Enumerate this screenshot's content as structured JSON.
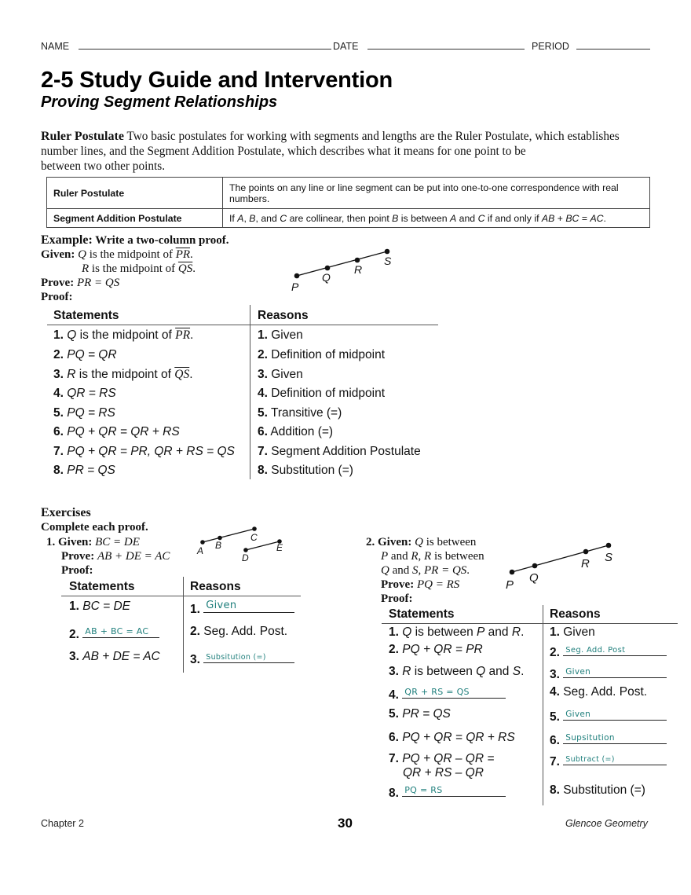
{
  "header": {
    "name_label": "NAME",
    "date_label": "DATE",
    "period_label": "PERIOD"
  },
  "title": "2-5 Study Guide and Intervention",
  "subtitle": "Proving Segment Relationships",
  "intro": {
    "lead": "Ruler Postulate",
    "text": " Two basic postulates for working with segments and lengths are the Ruler Postulate, which establishes number lines, and the Segment Addition Postulate, which describes what it means for one point to be",
    "text2": "between two other points."
  },
  "postulates": [
    {
      "name": "Ruler Postulate",
      "description": "The points on any line or line segment can be put into one-to-one correspondence with real numbers."
    },
    {
      "name": "Segment Addition Postulate",
      "description_parts": [
        "If ",
        "A",
        ", ",
        "B",
        ", and ",
        "C",
        " are collinear, then point ",
        "B",
        " is between ",
        "A",
        " and ",
        "C",
        " if and only if ",
        "AB",
        " + ",
        "BC",
        " = ",
        "AC",
        "."
      ]
    }
  ],
  "example": {
    "heading": "Example:",
    "heading_text": " Write a two-column proof.",
    "given_label": "Given:",
    "given_1_var": "Q",
    "given_1_text": " is the midpoint of ",
    "given_1_seg": "PR",
    "given_2_var": "R",
    "given_2_text": " is the midpoint of ",
    "given_2_seg": "QS",
    "prove_label": "Prove:",
    "prove_text": "PR = QS",
    "proof_label": "Proof:",
    "diagram_points": [
      "P",
      "Q",
      "R",
      "S"
    ],
    "statements_header": "Statements",
    "reasons_header": "Reasons",
    "rows": [
      {
        "n": "1.",
        "statement": "Q is the midpoint of PR.",
        "reason": "Given"
      },
      {
        "n": "2.",
        "statement": "PQ = QR",
        "reason": "Definition of midpoint"
      },
      {
        "n": "3.",
        "statement": "R is the midpoint of QS.",
        "reason": "Given"
      },
      {
        "n": "4.",
        "statement": "QR = RS",
        "reason": "Definition of midpoint"
      },
      {
        "n": "5.",
        "statement": "PQ = RS",
        "reason": "Transitive (=)"
      },
      {
        "n": "6.",
        "statement": "PQ + QR = QR + RS",
        "reason": "Addition (=)"
      },
      {
        "n": "7.",
        "statement": "PQ + QR = PR, QR + RS = QS",
        "reason": "Segment Addition Postulate"
      },
      {
        "n": "8.",
        "statement": "PR = QS",
        "reason": "Substitution (=)"
      }
    ]
  },
  "exercises": {
    "heading": "Exercises",
    "instruction": "Complete each proof.",
    "ex1": {
      "number": "1.",
      "given_label": "Given:",
      "given": "BC = DE",
      "prove_label": "Prove:",
      "prove": "AB + DE = AC",
      "proof_label": "Proof:",
      "diagram_points": [
        "A",
        "B",
        "C",
        "D",
        "E"
      ],
      "statements_header": "Statements",
      "reasons_header": "Reasons",
      "rows": [
        {
          "n": "1.",
          "statement": "BC = DE",
          "reason": "",
          "reason_handwritten": "Given"
        },
        {
          "n": "2.",
          "statement": "",
          "statement_handwritten": "AB + BC = AC",
          "reason": "Seg. Add. Post."
        },
        {
          "n": "3.",
          "statement": "AB + DE = AC",
          "reason": "",
          "reason_handwritten": "Subsitution (=)"
        }
      ]
    },
    "ex2": {
      "number": "2.",
      "given_label": "Given:",
      "given_line1": " is between",
      "given_q": "Q",
      "given_line2_p": "P",
      "given_line2_and": " and ",
      "given_line2_r": "R",
      "given_line2_comma": ", ",
      "given_line2_r2": "R",
      "given_line2_rest": " is between",
      "given_line3_q": "Q",
      "given_line3_and": " and ",
      "given_line3_s": "S",
      "given_line3_rest": ", ",
      "given_line3_eq": "PR = QS",
      "given_line3_end": ".",
      "prove_label": "Prove:",
      "prove": "PQ = RS",
      "proof_label": "Proof:",
      "diagram_points": [
        "P",
        "Q",
        "R",
        "S"
      ],
      "statements_header": "Statements",
      "reasons_header": "Reasons",
      "rows": [
        {
          "n": "1.",
          "statement": "Q is between P and R.",
          "reason": "Given"
        },
        {
          "n": "2.",
          "statement": "PQ + QR = PR",
          "reason": "",
          "reason_handwritten": "Seg. Add. Post"
        },
        {
          "n": "3.",
          "statement": "R is between Q and S.",
          "reason": "",
          "reason_handwritten": "Given"
        },
        {
          "n": "4.",
          "statement": "",
          "statement_handwritten": "QR + RS = QS",
          "reason": "Seg. Add. Post."
        },
        {
          "n": "5.",
          "statement": "PR = QS",
          "reason": "",
          "reason_handwritten": "Given"
        },
        {
          "n": "6.",
          "statement": "PQ + QR = QR + RS",
          "reason": "",
          "reason_handwritten": "Supsitution"
        },
        {
          "n": "7.",
          "statement": "PQ + QR – QR =",
          "statement_line2": "QR + RS – QR",
          "reason": "",
          "reason_handwritten": "Subtract (=)"
        },
        {
          "n": "8.",
          "statement": "",
          "statement_handwritten": "PQ = RS",
          "reason": "Substitution (=)"
        }
      ]
    }
  },
  "footer": {
    "chapter": "Chapter 2",
    "page": "30",
    "publisher": "Glencoe Geometry"
  },
  "colors": {
    "handwriting": "#1f7f7c",
    "text": "#111111",
    "rule": "#555555"
  }
}
